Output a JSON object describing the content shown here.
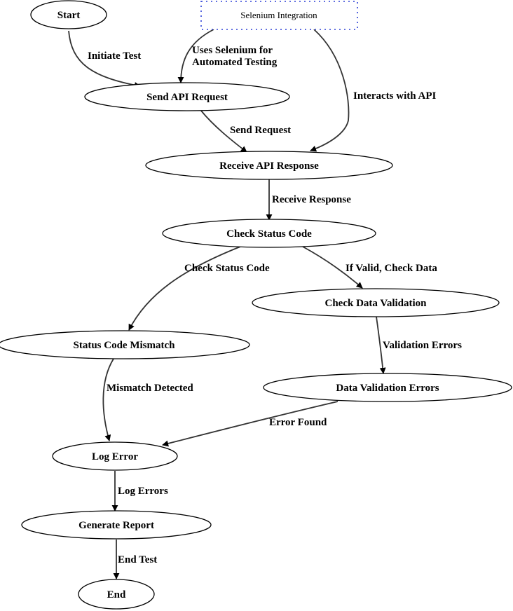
{
  "nodes": {
    "start": "Start",
    "selenium": "Selenium Integration",
    "send_request": "Send API Request",
    "receive_response": "Receive API Response",
    "check_status": "Check Status Code",
    "check_data": "Check Data Validation",
    "status_mismatch": "Status Code Mismatch",
    "data_errors": "Data Validation Errors",
    "log_error": "Log Error",
    "generate_report": "Generate Report",
    "end": "End"
  },
  "edges": {
    "initiate_test": "Initiate Test",
    "uses_selenium_line1": "Uses Selenium for",
    "uses_selenium_line2": "Automated Testing",
    "interacts_api": "Interacts with API",
    "send_request": "Send Request",
    "receive_response": "Receive Response",
    "check_status_code": "Check Status Code",
    "if_valid": "If Valid, Check Data",
    "validation_errors": "Validation Errors",
    "mismatch_detected": "Mismatch Detected",
    "error_found": "Error Found",
    "log_errors": "Log Errors",
    "end_test": "End Test"
  },
  "colors": {
    "selenium_border": "#2b3fd6",
    "edge": "#333333"
  }
}
